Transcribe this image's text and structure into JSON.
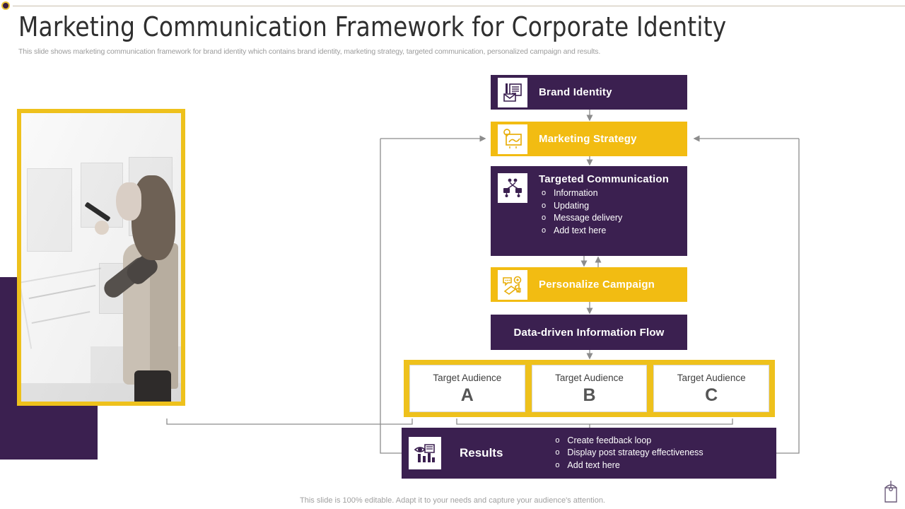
{
  "header": {
    "title": "Marketing Communication Framework for Corporate Identity",
    "subtitle": "This slide shows marketing communication framework for brand identity which contains brand identity, marketing strategy, targeted communication, personalized campaign and results."
  },
  "colors": {
    "purple": "#3B2050",
    "gold": "#F2BC12",
    "gold_border": "#EEC11C",
    "white": "#FFFFFF",
    "connector_gray": "#8C8C8C",
    "title_text": "#2F2F2F",
    "subtitle_text": "#9C9C9C"
  },
  "photo": {
    "alt": "woman writing on glass whiteboard in office",
    "icon_name": "photo-placeholder"
  },
  "flow": {
    "brand_identity": {
      "label": "Brand Identity",
      "icon_name": "brand-board-icon",
      "fill": "purple"
    },
    "marketing_strategy": {
      "label": "Marketing  Strategy",
      "icon_name": "strategy-lightbulb-icon",
      "fill": "gold"
    },
    "targeted_communication": {
      "label": "Targeted Communication",
      "icon_name": "people-network-icon",
      "fill": "purple",
      "bullets": [
        "Information",
        "Updating",
        "Message delivery",
        "Add text here"
      ]
    },
    "personalize_campaign": {
      "label": "Personalize Campaign",
      "icon_name": "megaphone-chat-icon",
      "fill": "gold"
    },
    "data_driven": {
      "label": "Data-driven Information  Flow",
      "fill": "purple"
    },
    "audiences": [
      {
        "label": "Target Audience",
        "letter": "A"
      },
      {
        "label": "Target Audience",
        "letter": "B"
      },
      {
        "label": "Target Audience",
        "letter": "C"
      }
    ],
    "results": {
      "label": "Results",
      "icon_name": "analytics-eye-icon",
      "fill": "purple",
      "bullets": [
        "Create feedback loop",
        "Display post strategy effectiveness",
        "Add text here"
      ]
    }
  },
  "footer": {
    "note": "This slide is 100% editable. Adapt it to your needs and capture your audience's attention.",
    "icon_name": "tag-icon"
  }
}
